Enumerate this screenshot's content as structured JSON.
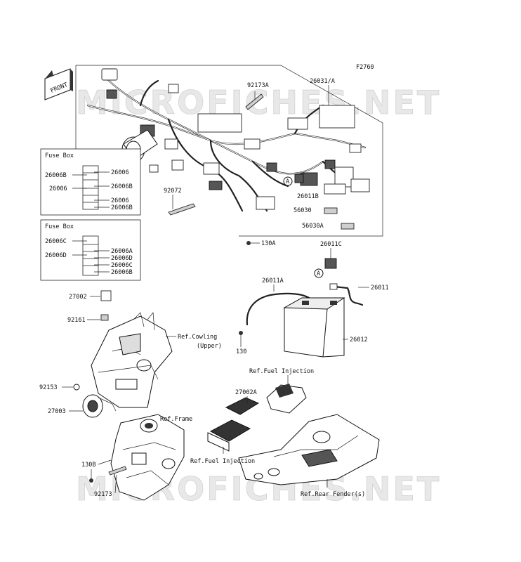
{
  "diagram_code": "F2760",
  "front_label": "FRONT",
  "watermark_text": "MICROFICHES.NET",
  "fuse_box_1": {
    "title": "Fuse Box",
    "labels": [
      "26006B",
      "26006",
      "26006",
      "26006B",
      "26006",
      "26006B"
    ]
  },
  "fuse_box_2": {
    "title": "Fuse Box",
    "labels": [
      "26006C",
      "26006D",
      "26006A",
      "26006D",
      "26006C",
      "26006B"
    ]
  },
  "parts": {
    "p92173A": "92173A",
    "p26031A": "26031/A",
    "p92072": "92072",
    "p26011B": "26011B",
    "p56030": "56030",
    "p56030A": "56030A",
    "p130A": "130A",
    "p26011C": "26011C",
    "p26011A": "26011A",
    "p26011": "26011",
    "p27002": "27002",
    "p92161": "92161",
    "p130": "130",
    "p26012": "26012",
    "p92153": "92153",
    "p27003": "27003",
    "p27002A": "27002A",
    "p130B": "130B",
    "p92173": "92173"
  },
  "refs": {
    "cowling_1": "Ref.Cowling",
    "cowling_2": "(Upper)",
    "fuel_injection_top": "Ref.Fuel Injection",
    "frame": "Ref.Frame",
    "fuel_injection_bottom": "Ref.Fuel Injection",
    "rear_fender": "Ref.Rear Fender(s)"
  },
  "marker_a": "A"
}
